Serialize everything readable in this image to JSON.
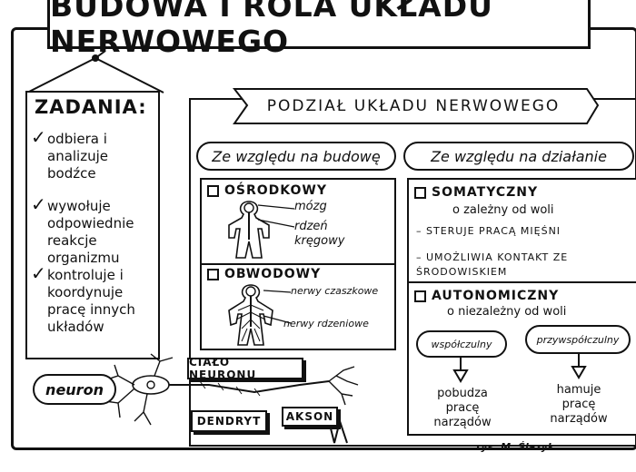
{
  "title": "BUDOWA I ROLA UKŁADU NERWOWEGO",
  "tasks": {
    "heading": "ZADANIA:",
    "items": [
      {
        "check": "✓",
        "text": "odbiera i analizuje bodźce"
      },
      {
        "check": "✓",
        "text": "wywołuje odpowiednie reakcje organizmu"
      },
      {
        "check": "✓",
        "text": "kontroluje i koordynuje pracę innych układów"
      }
    ]
  },
  "division": {
    "banner": "PODZIAŁ UKŁADU NERWOWEGO",
    "structure": {
      "label": "Ze względu na budowę",
      "central": {
        "title": "OŚRODKOWY",
        "parts": [
          "mózg",
          "rdzeń kręgowy"
        ]
      },
      "peripheral": {
        "title": "OBWODOWY",
        "parts": [
          "nerwy czaszkowe",
          "nerwy rdzeniowe"
        ]
      }
    },
    "function": {
      "label": "Ze względu na działanie",
      "somatic": {
        "title": "SOMATYCZNY",
        "subtitle": "o zależny od woli",
        "points": [
          "– STERUJE PRACĄ MIĘŚNI",
          "– UMOŻLIWIA KONTAKT ZE ŚRODOWISKIEM"
        ]
      },
      "autonomic": {
        "title": "AUTONOMICZNY",
        "subtitle": "o niezależny od woli",
        "branches": [
          {
            "name": "współczulny",
            "effect": "pobudza pracę narządów"
          },
          {
            "name": "przywspółczulny",
            "effect": "hamuje pracę narządów"
          }
        ]
      }
    }
  },
  "neuron": {
    "label": "neuron",
    "parts": {
      "body": "CIAŁO NEURONU",
      "dendrite": "DENDRYT",
      "axon": "AKSON"
    }
  },
  "signature": "rys. M. Ślazyk"
}
